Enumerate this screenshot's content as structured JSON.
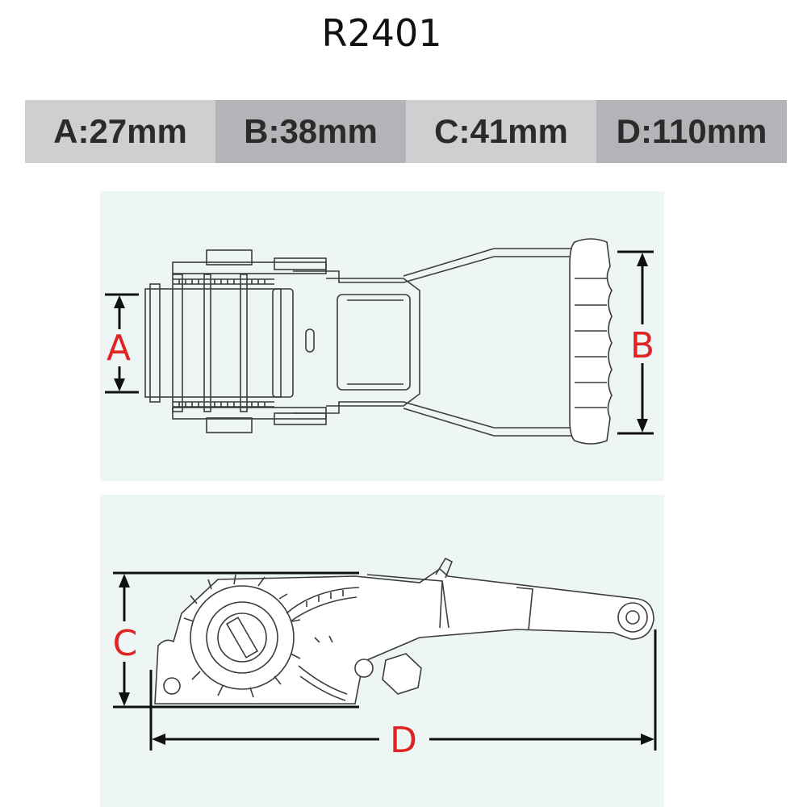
{
  "title": "R2401",
  "dimensions": [
    {
      "label": "A:27mm"
    },
    {
      "label": "B:38mm"
    },
    {
      "label": "C:41mm"
    },
    {
      "label": "D:110mm"
    }
  ],
  "diagram_labels": {
    "a": "A",
    "b": "B",
    "c": "C",
    "d": "D"
  },
  "colors": {
    "dimension_letter": "#e02424",
    "header_light": "#cfcfd1",
    "header_dark": "#b4b4b8",
    "panel_bg": "#edf6f5"
  }
}
